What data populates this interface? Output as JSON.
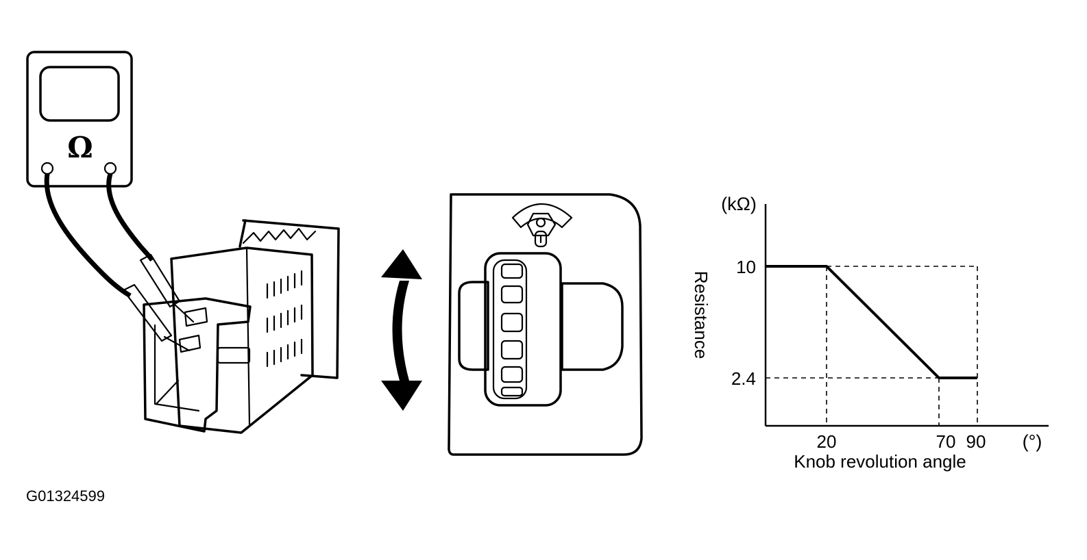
{
  "figure_code": "G01324599",
  "meter": {
    "unit_symbol": "Ω"
  },
  "graph": {
    "y_unit": "(kΩ)",
    "y_axis_label": "Resistance",
    "x_unit": "(°)",
    "x_axis_label": "Knob revolution angle",
    "y_ticks": [
      "10",
      "2.4"
    ],
    "x_ticks": [
      "20",
      "70",
      "90"
    ]
  },
  "chart_data": {
    "type": "line",
    "xlabel": "Knob revolution angle",
    "ylabel": "Resistance",
    "x_unit": "°",
    "y_unit": "kΩ",
    "series": [
      {
        "x": [
          0,
          20,
          70,
          90
        ],
        "y": [
          10,
          10,
          2.4,
          2.4
        ]
      }
    ],
    "y_ticks": [
      10,
      2.4
    ],
    "x_ticks": [
      20,
      70,
      90
    ],
    "grid": false
  }
}
